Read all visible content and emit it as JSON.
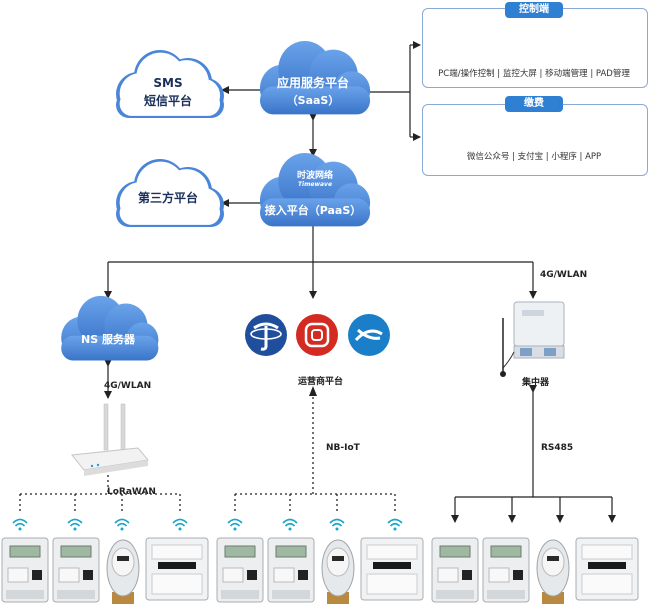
{
  "clouds": {
    "sms_line1": "SMS",
    "sms_line2": "短信平台",
    "saas_line1": "应用服务平台",
    "saas_line2": "（SaaS）",
    "third_party": "第三方平台",
    "paas_logo": "时波网络",
    "paas_logo_sub": "Timewave",
    "paas_label": "接入平台（PaaS）",
    "ns_server": "NS 服务器"
  },
  "control_panel": {
    "title": "控制端",
    "caption": "PC端/操作控制 | 监控大屏 | 移动端管理 | PAD管理"
  },
  "payment_panel": {
    "title": "缴费",
    "caption": "微信公众号 | 支付宝 | 小程序 | APP"
  },
  "labels": {
    "lora_uplink": "4G/WLAN",
    "lorawan": "LoRaWAN",
    "operator_platform": "运营商平台",
    "nbiot": "NB-IoT",
    "concentrator_uplink": "4G/WLAN",
    "concentrator": "集中器",
    "rs485": "RS485"
  },
  "colors": {
    "cloud_blue": "#4a86d8",
    "panel_title_blue": "#2f7fd3",
    "telecom_blue": "#1f4e9c",
    "unicom_red": "#d32a22",
    "mobile_blue": "#1a7fc8",
    "wifi_cyan": "#1aa6c6"
  }
}
